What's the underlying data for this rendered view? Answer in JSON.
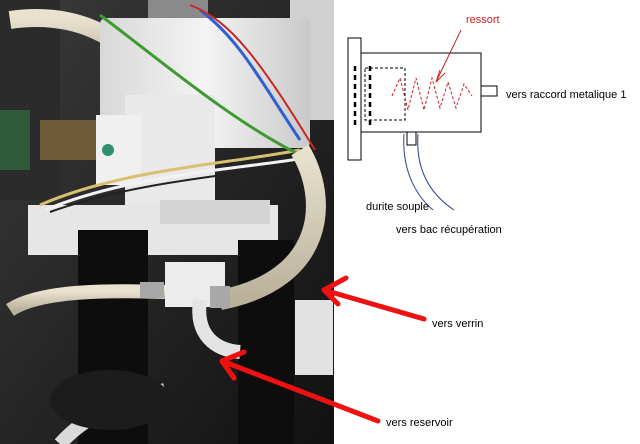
{
  "labels": {
    "ressort": "ressort",
    "raccord": "vers raccord metalique 1",
    "durite": "durite souple",
    "bac": "vers bac récupération",
    "verrin": "vers verrin",
    "reservoir": "vers reservoir"
  },
  "colors": {
    "annotation_text_red": "#cc2222",
    "arrow_red": "#ee1111",
    "hose_blue": "#2a3f9a",
    "sketch_black": "#000000"
  }
}
